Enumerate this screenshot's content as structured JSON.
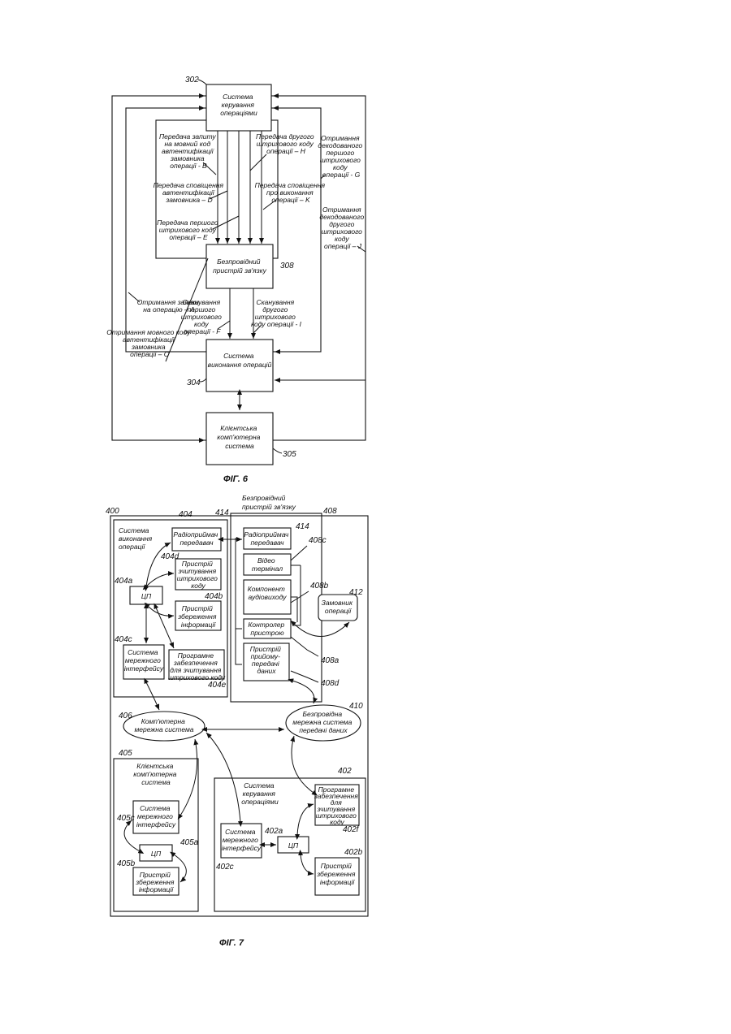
{
  "fig6": {
    "caption": "ФІГ. 6",
    "control_system": {
      "ref": "302",
      "lines": [
        "Система",
        "керування",
        "операціями"
      ]
    },
    "wireless_device": {
      "ref": "308",
      "lines": [
        "Безпровідний",
        "пристрій зв'язку"
      ]
    },
    "execution_system": {
      "ref": "304",
      "lines": [
        "Система",
        "виконання операцій"
      ]
    },
    "client_system": {
      "ref": "305",
      "lines": [
        "Клієнтська",
        "комп'ютерна",
        "система"
      ]
    },
    "flows": {
      "A": [
        "Отримання заявки",
        "на операцію – A"
      ],
      "B": [
        "Передача запиту",
        "на мовний код",
        "автентифікації",
        "замовника",
        "операції - B"
      ],
      "C": [
        "Отримання мовного коду",
        "автентифікації",
        "замовника",
        "операції – C"
      ],
      "D": [
        "Передача сповіщення",
        "автентифікації",
        "замовника – D"
      ],
      "E": [
        "Передача першого",
        "штрихового коду",
        "операції – E"
      ],
      "F": [
        "Сканування",
        "першого",
        "штрихового",
        "коду",
        "операції - F"
      ],
      "G": [
        "Отримання",
        "декодованого",
        "першого",
        "штрихового",
        "коду",
        "операції - G"
      ],
      "H": [
        "Передача другого",
        "штрихового коду",
        "операції – H"
      ],
      "I": [
        "Сканування",
        "другого",
        "штрихового",
        "коду операції - I"
      ],
      "J": [
        "Отримання",
        "декодованого",
        "другого",
        "штрихового",
        "коду",
        "операції – J"
      ],
      "K": [
        "Передача сповіщення",
        "про виконання",
        "операції – K"
      ]
    }
  },
  "fig7": {
    "caption": "ФІГ. 7",
    "refs": {
      "r400": "400",
      "r404": "404",
      "r414a": "414",
      "r408": "408",
      "r414b": "414",
      "r408c": "408c",
      "r404d": "404d",
      "r404a": "404a",
      "r408b": "408b",
      "r412": "412",
      "r404b": "404b",
      "r404c": "404c",
      "r408a": "408a",
      "r404e": "404e",
      "r408d": "408d",
      "r406": "406",
      "r410": "410",
      "r405": "405",
      "r402": "402",
      "r405c": "405c",
      "r402f": "402f",
      "r402a": "402a",
      "r405a": "405a",
      "r405b": "405b",
      "r402b": "402b",
      "r402c": "402c"
    },
    "exec_system_title": [
      "Система",
      "виконання",
      "операції"
    ],
    "wireless_title": [
      "Безпровідний",
      "пристрій зв'язку"
    ],
    "radio_a": [
      "Радіоприймач",
      "передавач"
    ],
    "radio_b": [
      "Радіоприймач",
      "передавач"
    ],
    "video_terminal": [
      "Відео",
      "термінал"
    ],
    "barcode_reader": [
      "Пристрій",
      "зчитування",
      "штрихового",
      "коду"
    ],
    "audio_component": [
      "Компонент",
      "аудіовиходу"
    ],
    "customer": [
      "Замовник",
      "операції"
    ],
    "cpu": "ЦП",
    "storage": [
      "Пристрій",
      "збереження",
      "інформації"
    ],
    "controller": [
      "Контролер",
      "пристрою"
    ],
    "net_interface": [
      "Система",
      "мережного",
      "інтерфейсу"
    ],
    "scan_software": [
      "Програмне",
      "забезпечення",
      "для зчитування",
      "штрихового коду"
    ],
    "transceiver": [
      "Пристрій",
      "прийому-",
      "передачі",
      "даних"
    ],
    "computer_network": [
      "Комп'ютерна",
      "мережна система"
    ],
    "wireless_network": [
      "Безпровідна",
      "мережна система",
      "передачі даних"
    ],
    "client_title": [
      "Клієнтська",
      "комп'ютерна",
      "система"
    ],
    "control_title": [
      "Система",
      "керування",
      "операціями"
    ],
    "control_software": [
      "Програмне",
      "забезпечення",
      "для",
      "зчитування",
      "штрихового",
      "коду"
    ]
  }
}
